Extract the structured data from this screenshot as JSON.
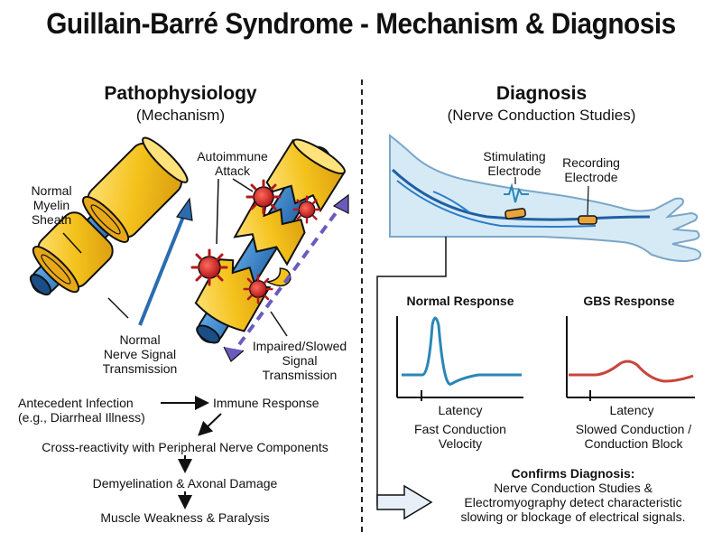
{
  "title": "Guillain-Barré Syndrome - Mechanism & Diagnosis",
  "left": {
    "heading": "Pathophysiology",
    "subheading": "(Mechanism)",
    "labels": {
      "normal_myelin": [
        "Normal",
        "Myelin",
        "Sheath"
      ],
      "autoimmune": [
        "Autoimmune",
        "Attack"
      ],
      "normal_signal": [
        "Normal",
        "Nerve Signal",
        "Transmission"
      ],
      "impaired_signal": [
        "Impaired/Slowed",
        "Signal",
        "Transmission"
      ]
    },
    "flow": {
      "antecedent": [
        "Antecedent Infection",
        "(e.g., Diarrheal Illness)"
      ],
      "immune": "Immune Response",
      "cross": "Cross-reactivity with Peripheral Nerve Components",
      "demyelination": "Demyelination & Axonal Damage",
      "weakness": "Muscle Weakness & Paralysis"
    }
  },
  "right": {
    "heading": "Diagnosis",
    "subheading": "(Nerve Conduction Studies)",
    "stim_electrode": [
      "Stimulating",
      "Electrode"
    ],
    "rec_electrode": [
      "Recording",
      "Electrode"
    ],
    "normal": {
      "title": "Normal Response",
      "xlabel": "Latency",
      "caption": [
        "Fast Conduction",
        "Velocity"
      ]
    },
    "gbs": {
      "title": "GBS Response",
      "xlabel": "Latency",
      "caption": [
        "Slowed Conduction /",
        "Conduction Block"
      ]
    },
    "confirms": {
      "title": "Confirms Diagnosis:",
      "lines": [
        "Nerve Conduction Studies &",
        "Electromyography detect characteristic",
        "slowing or blockage of electrical signals."
      ]
    }
  },
  "colors": {
    "myelin": "#f4c21c",
    "axon": "#2b7cc7",
    "antibody": "#d8262a",
    "normal_trace": "#2a86b8",
    "gbs_trace": "#c8453c",
    "arm": "#d6eaf6"
  }
}
